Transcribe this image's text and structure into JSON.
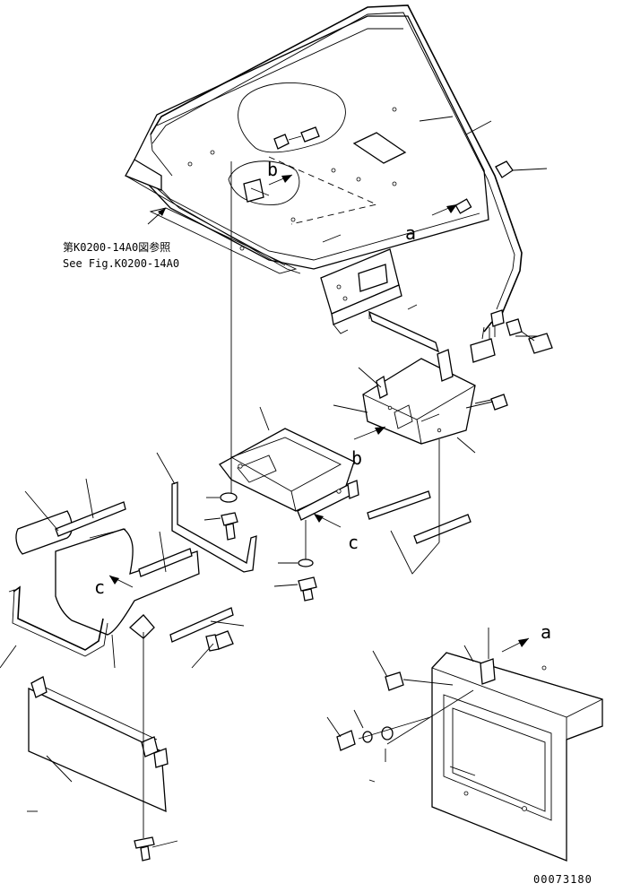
{
  "diagram": {
    "reference_note": {
      "line1": "第K0200-14A0図参照",
      "line2": "See Fig.K0200-14A0"
    },
    "view_labels": {
      "a_upper": "a",
      "a_lower": "a",
      "b_upper": "b",
      "b_lower": "b",
      "c_left": "c",
      "c_right": "c"
    },
    "drawing_number": "00073180",
    "colors": {
      "ink": "#000000",
      "paper": "#ffffff"
    }
  }
}
